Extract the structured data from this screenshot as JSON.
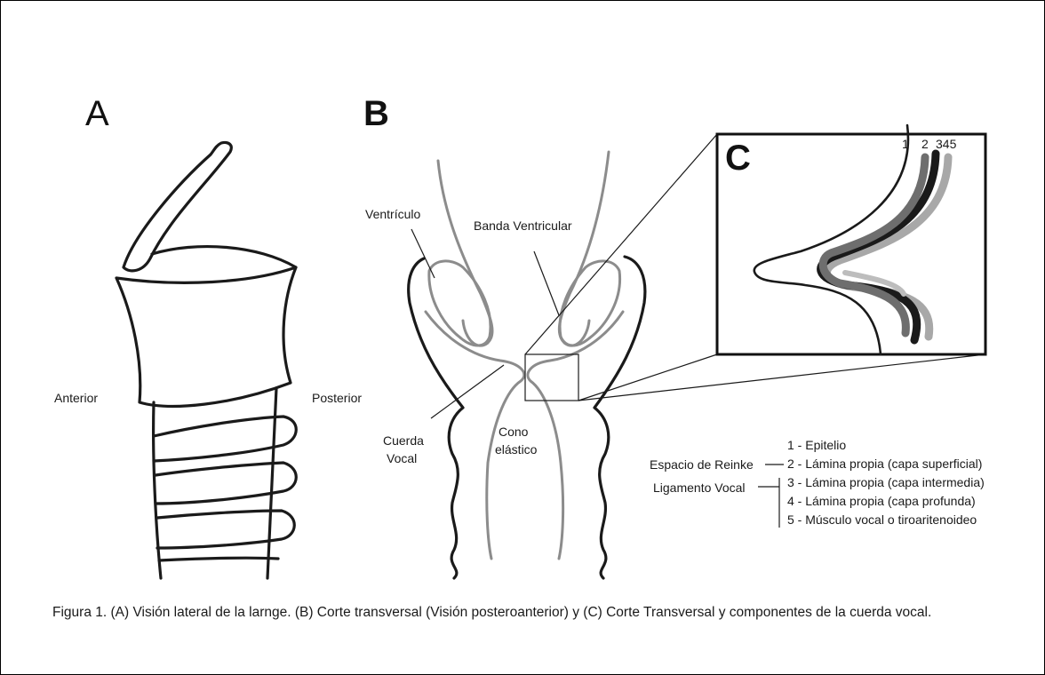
{
  "panels": {
    "a": {
      "letter": "A",
      "left_label": "Anterior",
      "right_label": "Posterior"
    },
    "b": {
      "letter": "B",
      "labels": {
        "ventricle": "Ventrículo",
        "ventricular_band": "Banda Ventricular",
        "vocal_cord_line1": "Cuerda",
        "vocal_cord_line2": "Vocal",
        "elastic_cone_line1": "Cono",
        "elastic_cone_line2": "elástico"
      }
    },
    "c": {
      "letter": "C",
      "layer_numbers": [
        "1",
        "2",
        "345"
      ],
      "layer_colors": [
        "#1a1a1a",
        "#bdbdbd",
        "#6e6e6e",
        "#1a1a1a",
        "#a8a8a8"
      ]
    }
  },
  "legend": {
    "items": [
      "1 - Epitelio",
      "2 - Lámina propia (capa superficial)",
      "3 - Lámina propia (capa intermedia)",
      "4 - Lámina propia (capa profunda)",
      "5 - Músculo vocal o tiroaritenoideo"
    ],
    "groups": {
      "reinke": "Espacio de Reinke",
      "ligament": "Ligamento Vocal"
    }
  },
  "caption": "Figura 1. (A) Visión lateral de la larnge. (B) Corte transversal (Visión posteroanterior) y (C) Corte Transversal y componentes de la cuerda vocal."
}
